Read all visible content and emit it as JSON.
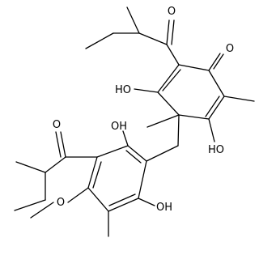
{
  "labels": {
    "o_ketone_top": "O",
    "o_quinone": "O",
    "oh_upper_left": "HO",
    "oh_upper_right": "HO",
    "oh_aromatic_top": "OH",
    "oh_aromatic_bottom": "OH",
    "o_ketone_left": "O",
    "o_methoxy": "O"
  },
  "colors": {
    "bond": "#000000",
    "text": "#000000",
    "background": "#ffffff"
  }
}
